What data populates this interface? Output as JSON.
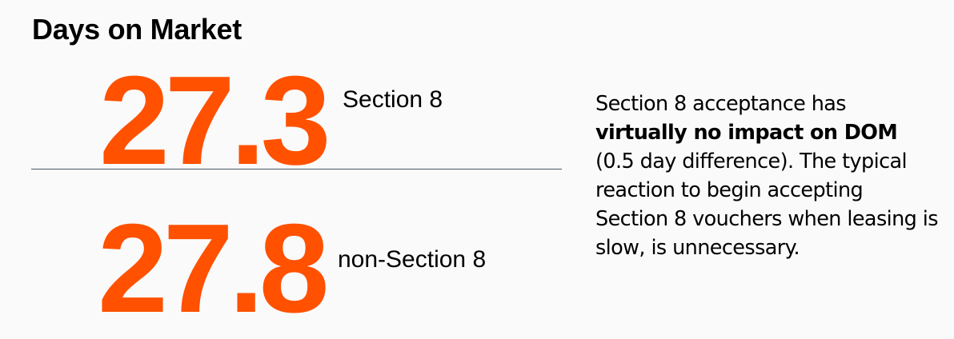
{
  "title": "Days on Market",
  "metrics": [
    {
      "value": "27.3",
      "label": "Section 8"
    },
    {
      "value": "27.8",
      "label": "non-Section 8"
    }
  ],
  "note": {
    "part1": "Section 8 acceptance has ",
    "bold": "virtually no impact on DOM",
    "part2": " (0.5 day difference). The typical reaction to begin accepting Section 8 vouchers when leasing is slow, is unnecessary."
  },
  "colors": {
    "accent": "#ff5100",
    "divider": "#4a5766"
  }
}
